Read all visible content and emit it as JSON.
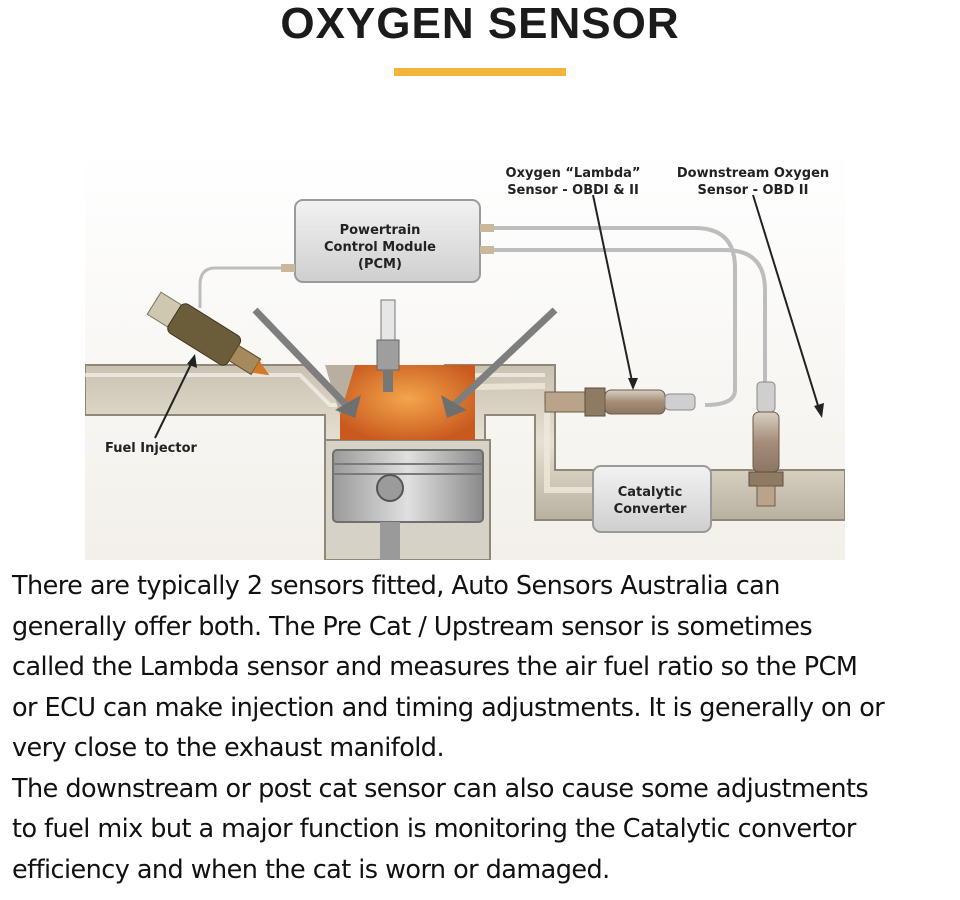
{
  "title": "OXYGEN SENSOR",
  "accent_color": "#f2b53c",
  "diagram": {
    "pcm_lines": [
      "Powertrain",
      "Control Module",
      "(PCM)"
    ],
    "lambda_lines": [
      "Oxygen “Lambda”",
      "Sensor - OBDI & II"
    ],
    "downstream_lines": [
      "Downstream Oxygen",
      "Sensor - OBD II"
    ],
    "fuel_injector": "Fuel Injector",
    "catalytic_lines": [
      "Catalytic",
      "Converter"
    ]
  },
  "description_lines": [
    "There are typically 2 sensors fitted, Auto Sensors Australia can",
    "generally offer both. The Pre Cat / Upstream sensor is sometimes",
    "called the Lambda sensor and measures the air fuel ratio so the PCM",
    "or ECU can make injection and timing adjustments. It is generally on or",
    "very close to the exhaust manifold.",
    "The downstream or post cat sensor can also cause some adjustments",
    "to fuel mix but a major function is monitoring the Catalytic convertor",
    "efficiency and when the cat is worn or damaged."
  ]
}
